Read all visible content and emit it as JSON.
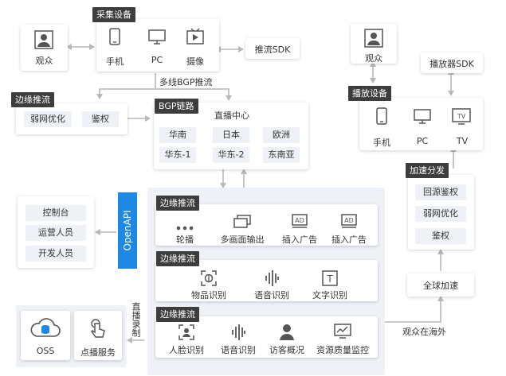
{
  "top_left": {
    "collect_title": "采集设备",
    "viewer": "观众",
    "phone": "手机",
    "pc": "PC",
    "camera": "摄像",
    "sdk": "推流SDK",
    "bgp_multi": "多线BGP推流"
  },
  "edge_push_top": {
    "title": "边缘推流",
    "weak_net": "弱网优化",
    "auth": "鉴权"
  },
  "bgp": {
    "title": "BGP链路",
    "center": "直播中心",
    "nodes": [
      "华南",
      "日本",
      "欧洲",
      "华东-1",
      "华东-2",
      "东南亚"
    ]
  },
  "right_top": {
    "viewer": "观众",
    "player_sdk": "播放器SDK",
    "play_title": "播放设备",
    "phone": "手机",
    "pc": "PC",
    "tv": "TV"
  },
  "accel": {
    "title": "加速分发",
    "items": [
      "回源鉴权",
      "弱网优化",
      "鉴权"
    ],
    "global": "全球加速",
    "overseas": "观众在海外"
  },
  "console": {
    "items": [
      "控制台",
      "运营人员",
      "开发人员"
    ]
  },
  "openapi": "OpenAPI",
  "sec1": {
    "title": "边缘推流",
    "items": [
      "轮播",
      "多画面输出",
      "插入广告",
      "插入广告"
    ]
  },
  "sec2": {
    "title": "边缘推流",
    "items": [
      "物品识别",
      "语音识别",
      "文字识别"
    ]
  },
  "sec3": {
    "title": "边缘推流",
    "items": [
      "人脸识别",
      "语音识别",
      "访客概况",
      "资源质量监控"
    ]
  },
  "storage": {
    "oss": "OSS",
    "vod": "点播服务",
    "record": "直播录制"
  },
  "icons": {
    "ad_text": "AD",
    "tv_text": "TV",
    "text_icon": "T"
  },
  "colors": {
    "accent": "#1e88e5",
    "dark_tag": "#3d3d3d",
    "panel": "#eef1f5",
    "arrow": "#b8b8b8"
  }
}
